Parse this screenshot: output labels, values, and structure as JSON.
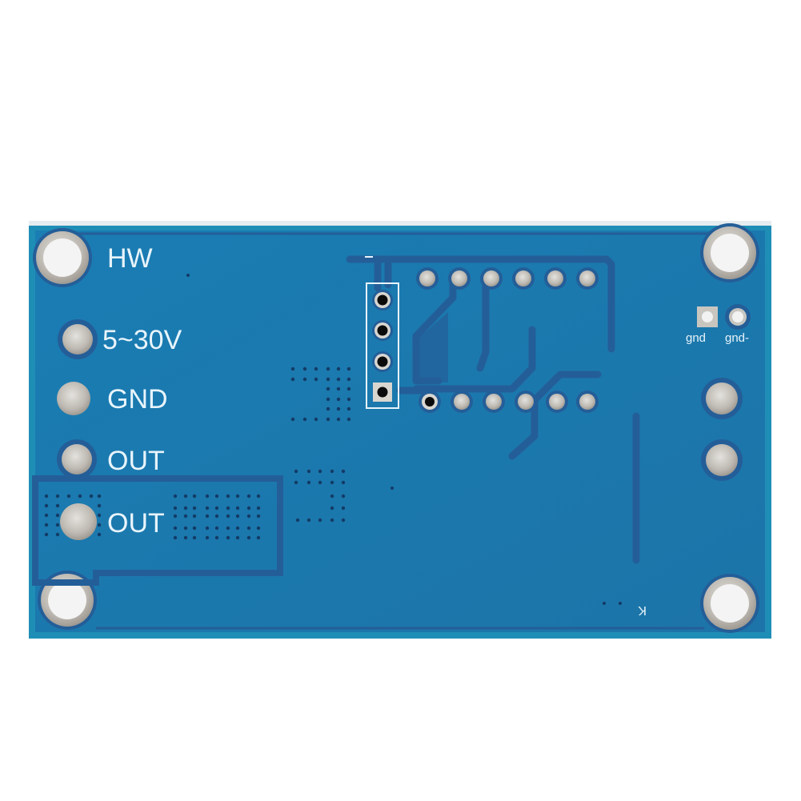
{
  "board": {
    "type": "PCB bottom side (timer relay module)",
    "colors": {
      "background": "#ffffff",
      "substrate": "#1d78ad",
      "substrate_edge": "#1f8fb3",
      "trace": "#245e98",
      "pad_silver": "#c9c6c0",
      "silkscreen": "#e8f4fb",
      "hole": "#0b0b0b"
    },
    "silkscreen_labels": {
      "brand": "HW",
      "supply": "5~30V",
      "ground": "GND",
      "out1": "OUT",
      "out2": "OUT",
      "test_gnd": "gnd",
      "test_gnd_minus": "gnd-",
      "marker_k": "K"
    },
    "mounting_holes": 4,
    "header_pins": 4,
    "ic_pins_top_row": 6,
    "ic_pins_bottom_row": 6,
    "right_side_pads": 2
  }
}
